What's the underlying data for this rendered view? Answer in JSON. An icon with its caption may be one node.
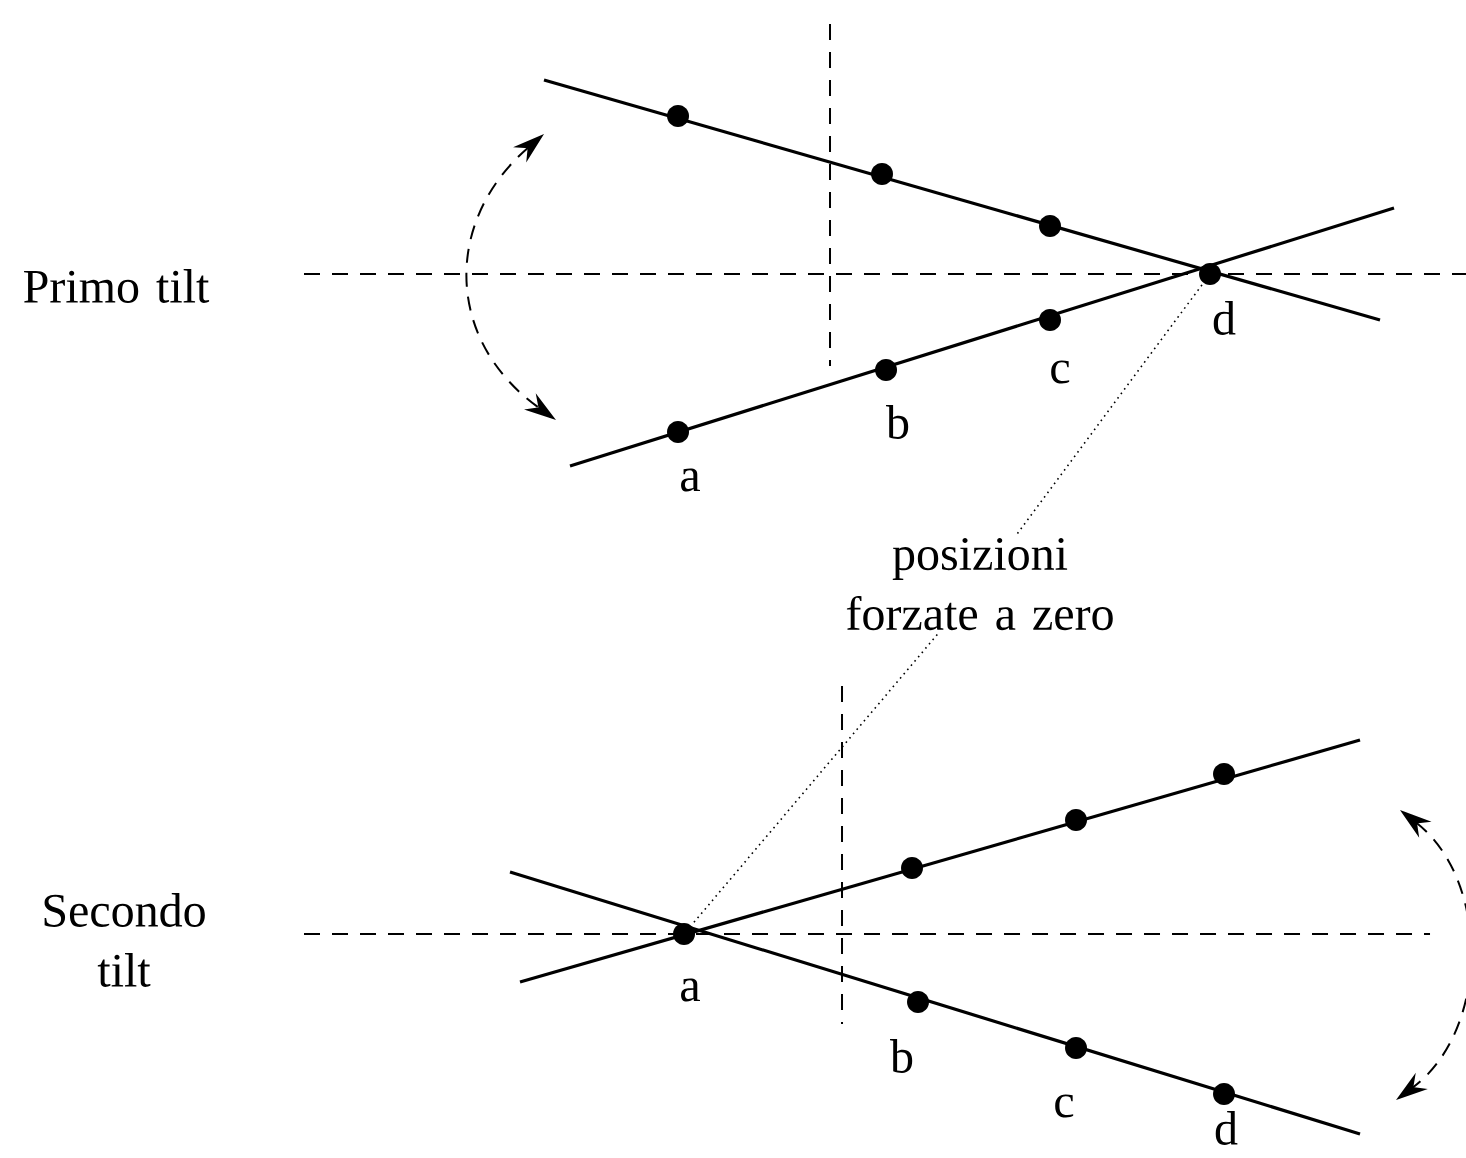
{
  "diagram": {
    "nodes": [
      {
        "text": [
          "posizioni forzate a zero"
        ]
      },
      {
        "text": [],
        "shape": "circle"
      },
      {
        "text": [],
        "shape": "circle"
      },
      {
        "text": [],
        "shape": "circle"
      },
      {
        "text": [],
        "shape": "circle"
      },
      {
        "text": [],
        "shape": "circle"
      },
      {
        "text": [],
        "shape": "circle"
      },
      {
        "text": [],
        "shape": "circle"
      },
      {
        "text": [],
        "shape": "circle"
      },
      {
        "text": [],
        "shape": "circle"
      },
      {
        "text": [],
        "shape": "circle"
      },
      {
        "text": [],
        "shape": "circle"
      },
      {
        "text": [],
        "shape": "circle"
      },
      {
        "text": [],
        "shape": "circle"
      },
      {
        "text": [],
        "shape": "circle"
      }
    ],
    "edges": [
      {
        "from": 0,
        "to": 7,
        "arrow": "none"
      },
      {
        "from": 0,
        "to": 8,
        "arrow": "none"
      }
    ],
    "labels": [
      "Primo tilt",
      "a",
      "b",
      "c",
      "d",
      "Secondo tilt",
      "a",
      "b",
      "c",
      "d"
    ]
  }
}
